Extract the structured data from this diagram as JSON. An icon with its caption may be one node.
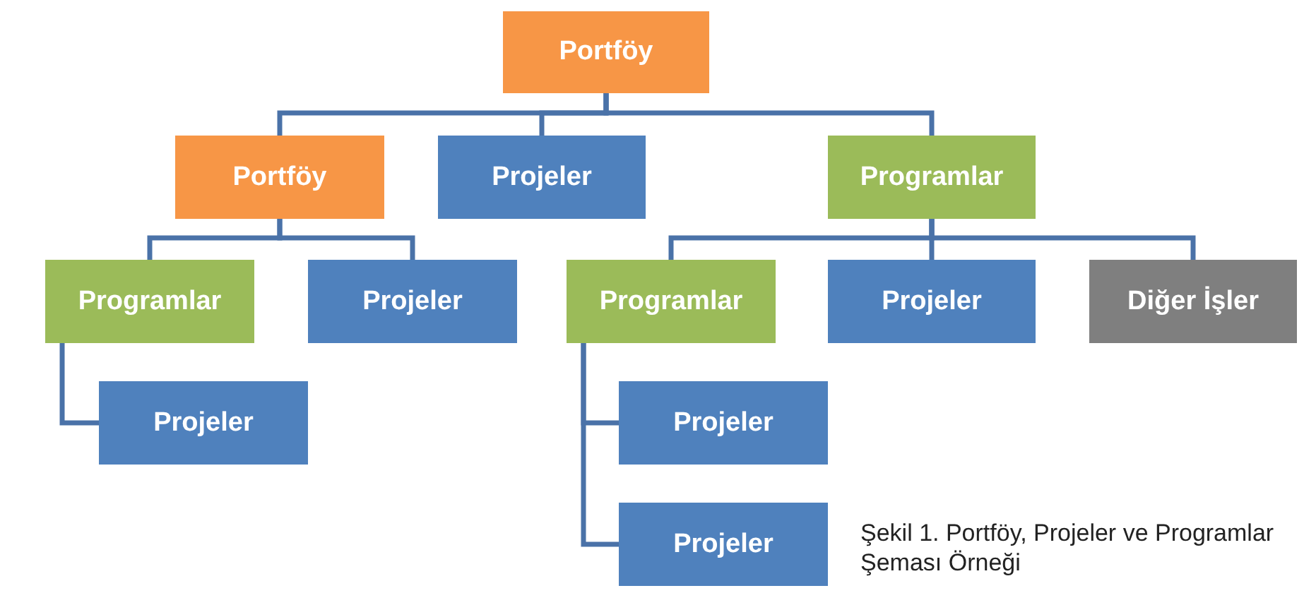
{
  "diagram": {
    "caption": "Şekil 1. Portföy, Projeler ve Programlar Şeması Örneği",
    "nodes": [
      {
        "text": [
          "Portföy"
        ]
      },
      {
        "text": [
          "Portföy"
        ]
      },
      {
        "text": [
          "Projeler"
        ]
      },
      {
        "text": [
          "Programlar"
        ]
      },
      {
        "text": [
          "Programlar"
        ]
      },
      {
        "text": [
          "Projeler"
        ]
      },
      {
        "text": [
          "Programlar"
        ]
      },
      {
        "text": [
          "Projeler"
        ]
      },
      {
        "text": [
          "Diğer İşler"
        ]
      },
      {
        "text": [
          "Projeler"
        ]
      },
      {
        "text": [
          "Projeler"
        ]
      },
      {
        "text": [
          "Projeler"
        ]
      }
    ],
    "edges": [
      {
        "from": 0,
        "to": 1,
        "arrow": "none"
      },
      {
        "from": 0,
        "to": 2,
        "arrow": "none"
      },
      {
        "from": 0,
        "to": 3,
        "arrow": "none"
      },
      {
        "from": 1,
        "to": 4,
        "arrow": "none"
      },
      {
        "from": 1,
        "to": 5,
        "arrow": "none"
      },
      {
        "from": 3,
        "to": 6,
        "arrow": "none"
      },
      {
        "from": 3,
        "to": 7,
        "arrow": "none"
      },
      {
        "from": 3,
        "to": 8,
        "arrow": "none"
      },
      {
        "from": 4,
        "to": 9,
        "arrow": "none"
      },
      {
        "from": 6,
        "to": 10,
        "arrow": "none"
      },
      {
        "from": 6,
        "to": 11,
        "arrow": "none"
      }
    ]
  }
}
